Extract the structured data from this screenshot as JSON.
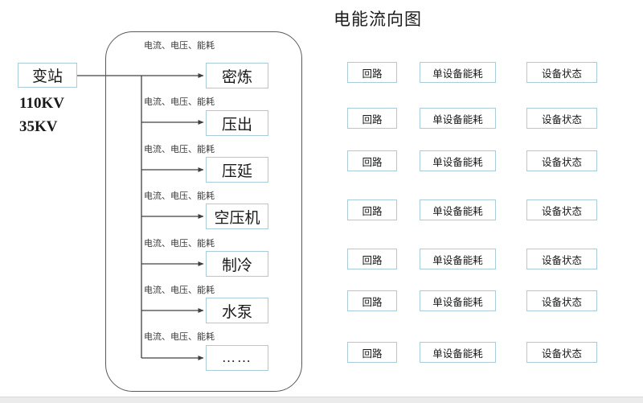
{
  "page": {
    "title": "电能流向图",
    "background_color": "#ffffff",
    "box_border_color": "#a9ccd8",
    "frame_border_color": "#595959",
    "line_color": "#404040"
  },
  "source": {
    "label": "变站",
    "voltage_primary": "110KV",
    "voltage_secondary": "35KV"
  },
  "flow_label_text": "电流、电压、能耗",
  "devices": [
    {
      "label": "密炼",
      "flow_label": "电流、电压、能耗"
    },
    {
      "label": "压出",
      "flow_label": "电流、电压、能耗"
    },
    {
      "label": "压延",
      "flow_label": "电流、电压、能耗"
    },
    {
      "label": "空压机",
      "flow_label": "电流、电压、能耗"
    },
    {
      "label": "制冷",
      "flow_label": "电流、电压、能耗"
    },
    {
      "label": "水泵",
      "flow_label": "电流、电压、能耗"
    },
    {
      "label": "……",
      "flow_label": "电流、电压、能耗"
    }
  ],
  "matrix": {
    "columns": [
      "回路",
      "单设备能耗",
      "设备状态"
    ],
    "rows": [
      {
        "circuit": "回路",
        "energy": "单设备能耗",
        "status": "设备状态"
      },
      {
        "circuit": "回路",
        "energy": "单设备能耗",
        "status": "设备状态"
      },
      {
        "circuit": "回路",
        "energy": "单设备能耗",
        "status": "设备状态"
      },
      {
        "circuit": "回路",
        "energy": "单设备能耗",
        "status": "设备状态"
      },
      {
        "circuit": "回路",
        "energy": "单设备能耗",
        "status": "设备状态"
      },
      {
        "circuit": "回路",
        "energy": "单设备能耗",
        "status": "设备状态"
      },
      {
        "circuit": "回路",
        "energy": "单设备能耗",
        "status": "设备状态"
      }
    ]
  }
}
